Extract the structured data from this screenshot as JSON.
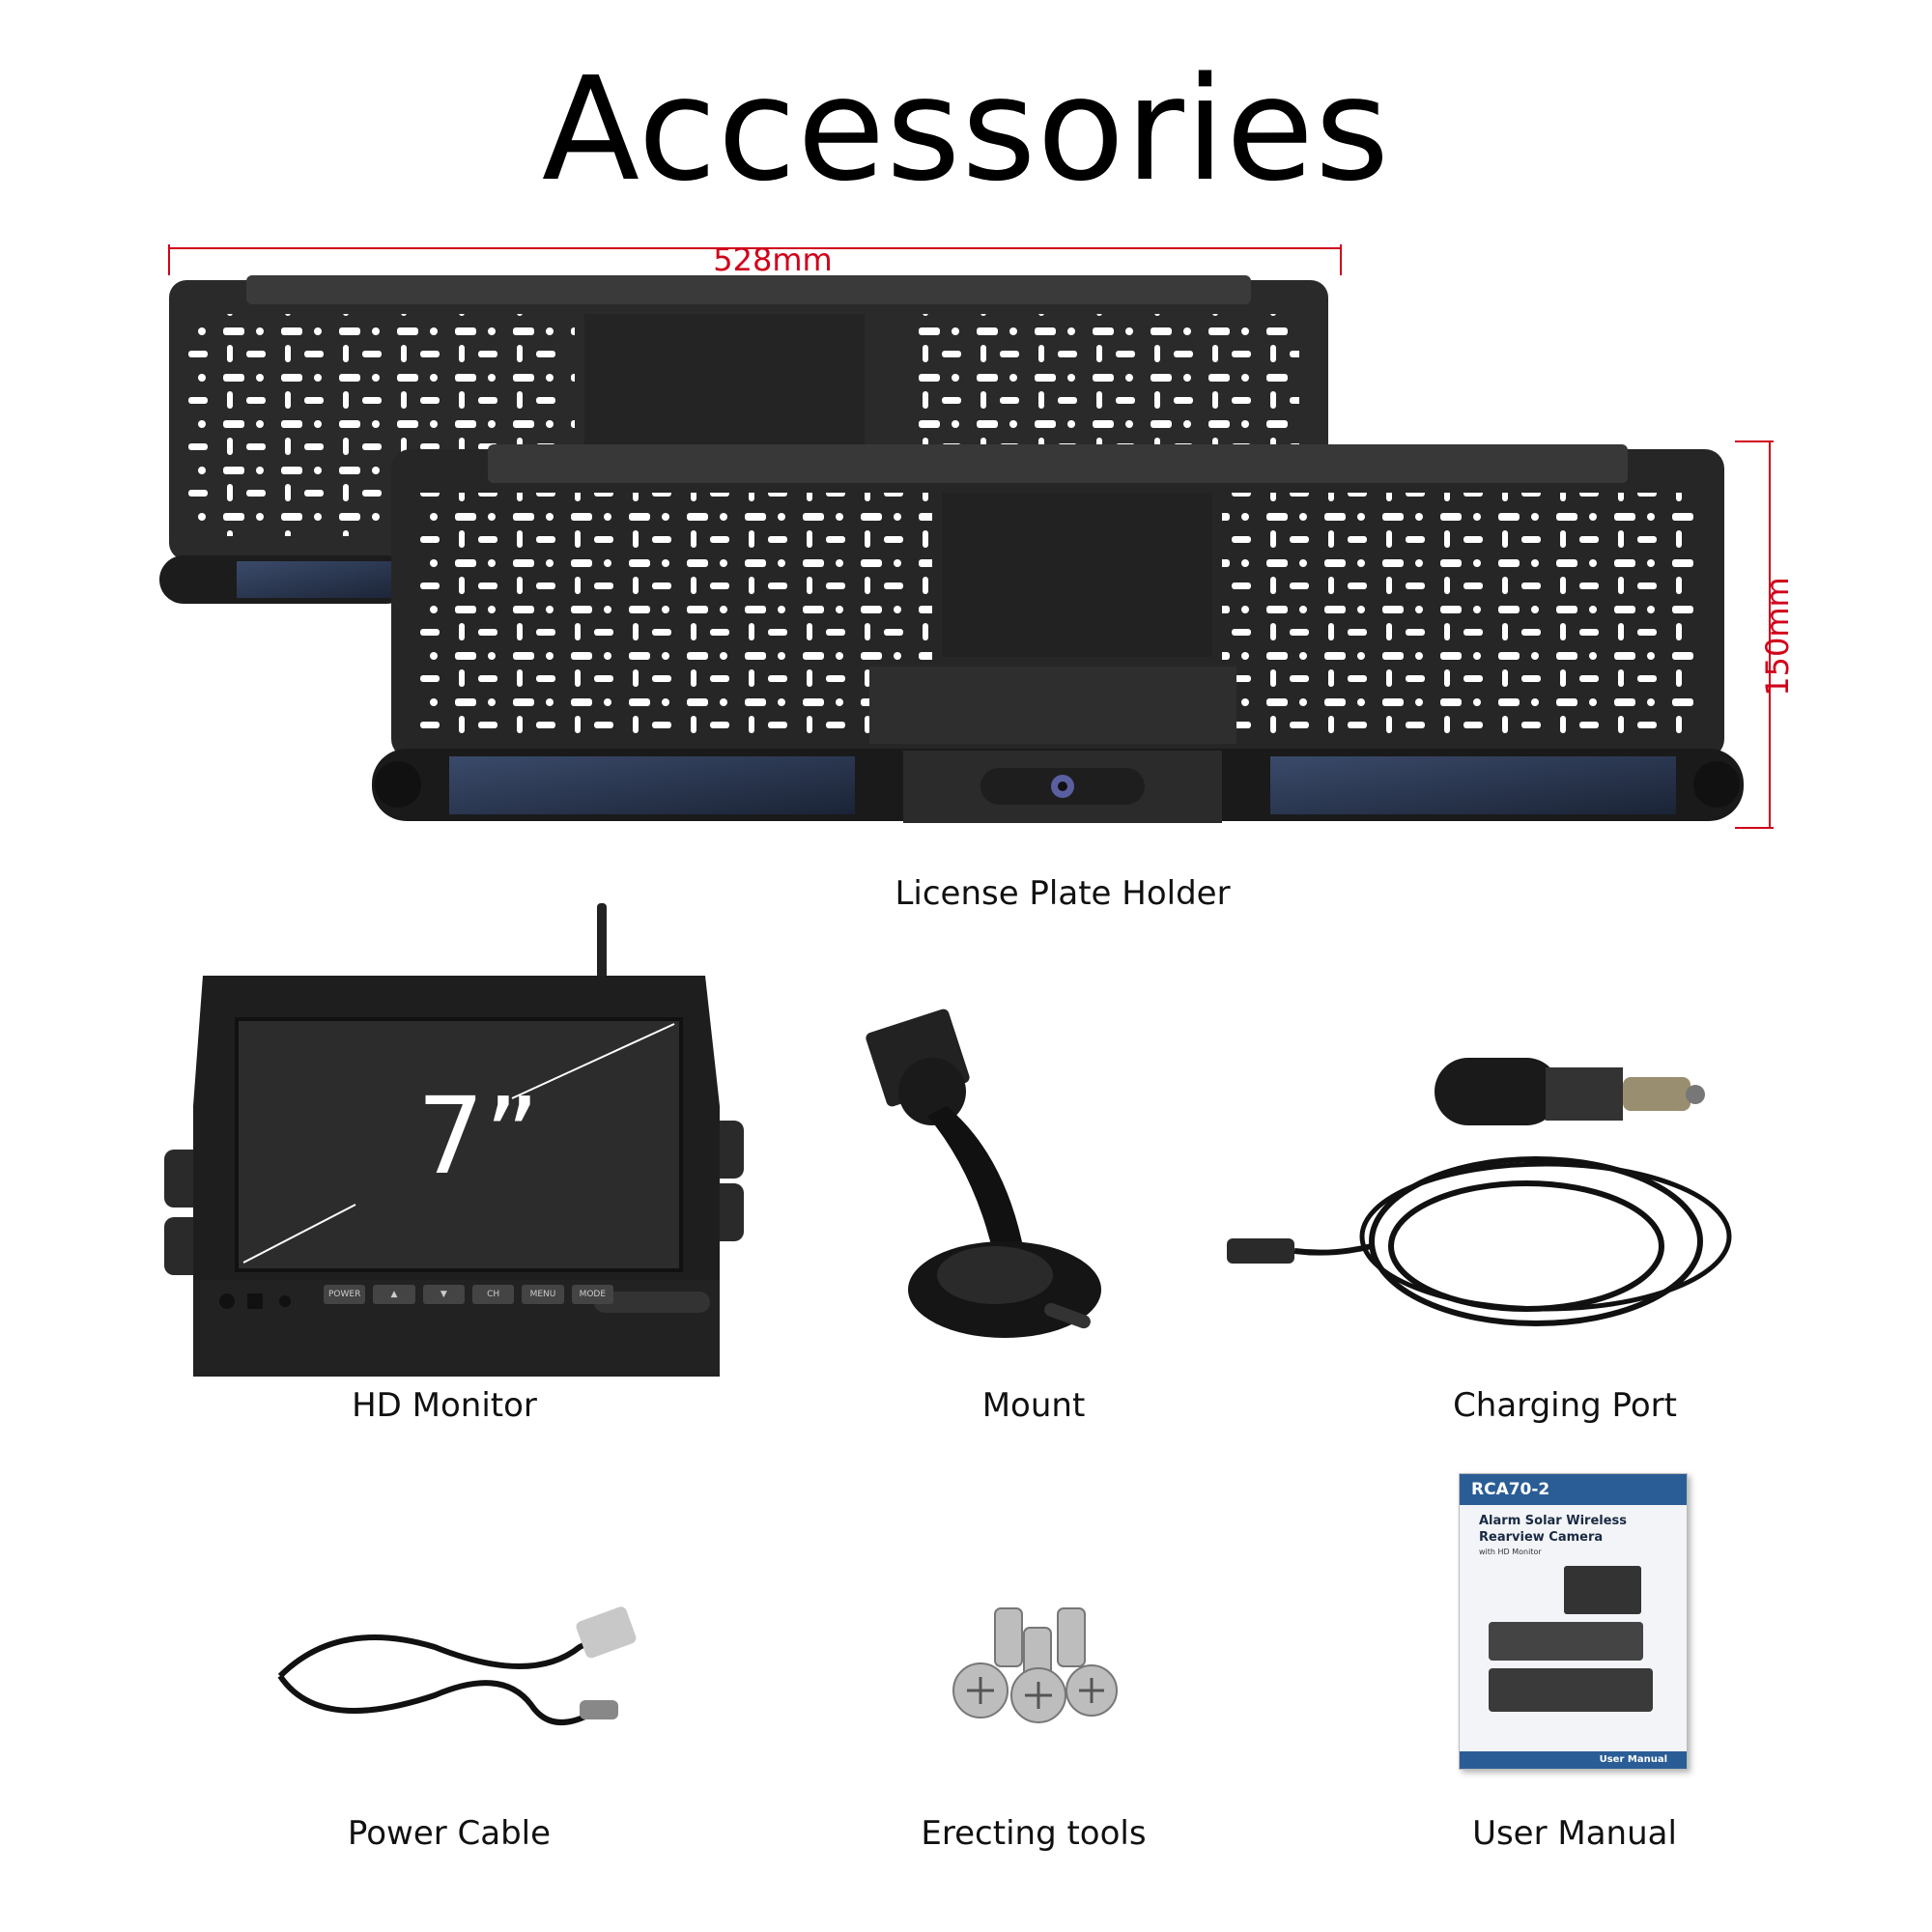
{
  "page": {
    "title": "Accessories"
  },
  "dimensions": {
    "width": "528mm",
    "height": "150mm",
    "line_color": "#d0021b"
  },
  "items": {
    "license_plate": "License Plate Holder",
    "monitor": "HD Monitor",
    "monitor_size": "7”",
    "mount": "Mount",
    "charging_port": "Charging Port",
    "power_cable": "Power Cable",
    "erecting_tools": "Erecting tools",
    "user_manual": "User Manual"
  },
  "monitor_buttons": [
    "POWER",
    "▲",
    "▼",
    "CH",
    "MENU",
    "MODE"
  ],
  "manual": {
    "model": "RCA70-2",
    "heading_line1": "Alarm Solar Wireless",
    "heading_line2": "Rearview Camera",
    "subheading": "with HD Monitor",
    "footer": "User Manual"
  }
}
